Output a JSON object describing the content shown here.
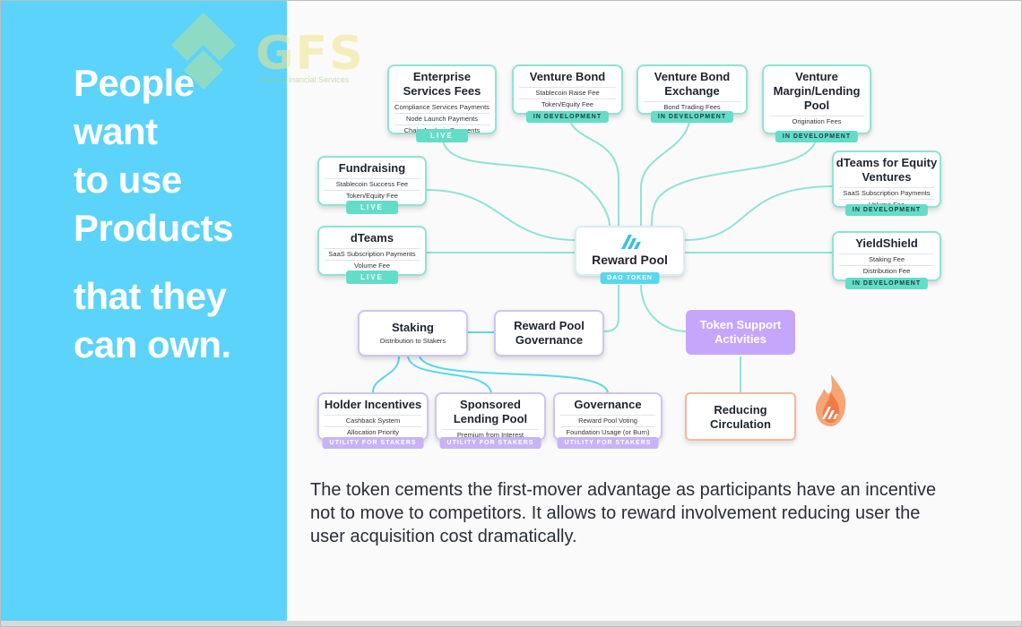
{
  "slogan": {
    "line1": "People",
    "line2": "want",
    "line3": "to use",
    "line4": "Products",
    "line5": "that they",
    "line6": "can own."
  },
  "logo": {
    "word": "GFS",
    "subtitle": "Green Financial Services"
  },
  "nodes": {
    "enterprise": {
      "title": "Enterprise Services Fees",
      "items": [
        "Compliance Services Payments",
        "Node Launch Payments",
        "Chain Analysis Payments"
      ],
      "tag": "LIVE"
    },
    "venture_bond": {
      "title": "Venture Bond",
      "items": [
        "Stablecoin Raise Fee",
        "Token/Equity Fee"
      ],
      "tag": "IN DEVELOPMENT"
    },
    "venture_bond_exchange": {
      "title": "Venture Bond Exchange",
      "items": [
        "Bond Trading Fees"
      ],
      "tag": "IN DEVELOPMENT"
    },
    "venture_margin": {
      "title": "Venture Margin/Lending Pool",
      "items": [
        "Origination Fees"
      ],
      "tag": "IN DEVELOPMENT"
    },
    "fundraising": {
      "title": "Fundraising",
      "items": [
        "Stablecoin Success Fee",
        "Token/Equity Fee"
      ],
      "tag": "LIVE"
    },
    "dteams_equity": {
      "title": "dTeams for Equity Ventures",
      "items": [
        "SaaS Subscription Payments",
        "Volume Fee"
      ],
      "tag": "IN DEVELOPMENT"
    },
    "dteams": {
      "title": "dTeams",
      "items": [
        "SaaS Subscription Payments",
        "Volume Fee"
      ],
      "tag": "LIVE"
    },
    "yieldshield": {
      "title": "YieldShield",
      "items": [
        "Staking Fee",
        "Distribution Fee"
      ],
      "tag": "IN DEVELOPMENT"
    },
    "reward_pool": {
      "title": "Reward Pool",
      "tag": "DAO TOKEN"
    },
    "staking": {
      "title": "Staking",
      "items": [
        "Distribution to Stakers"
      ]
    },
    "reward_gov": {
      "title": "Reward Pool Governance"
    },
    "token_support": {
      "title": "Token Support Activities"
    },
    "holder": {
      "title": "Holder Incentives",
      "items": [
        "Cashback System",
        "Allocation Priority"
      ],
      "tag": "UTILITY FOR STAKERS"
    },
    "sponsored": {
      "title": "Sponsored Lending Pool",
      "items": [
        "Premium from Interest"
      ],
      "tag": "UTILITY FOR STAKERS"
    },
    "governance": {
      "title": "Governance",
      "items": [
        "Reward Pool Voting",
        "Foundation Usage (or Burn)"
      ],
      "tag": "UTILITY FOR STAKERS"
    },
    "reducing": {
      "title": "Reducing Circulation"
    }
  },
  "body_text": "The token cements the first-mover advantage as participants have an incentive not to move to competitors. It allows to reward involvement reducing user the user acquisition cost dramatically.",
  "colors": {
    "left_panel": "#5bd3fb",
    "teal_border": "#8fe3d4",
    "teal_tag": "#63dcc8",
    "purple_fill": "#c6a6fb",
    "purple_tag": "#c7b3f5",
    "orange_border": "#f7b79c"
  },
  "icons": [
    "reward-pool-logo-icon",
    "fire-icon",
    "gfs-logo"
  ]
}
